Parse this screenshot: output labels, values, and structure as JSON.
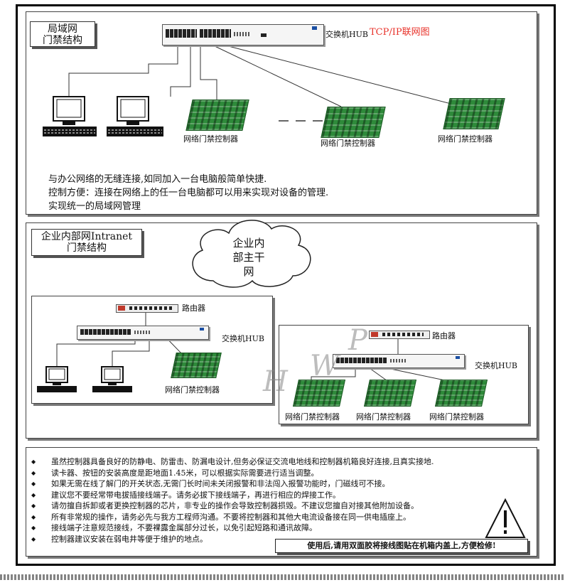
{
  "section1": {
    "title": "局域网\n门禁结构",
    "header": "TCP/IP联网图",
    "switch_label": "交换机HUB",
    "controller_labels": [
      "网络门禁控制器",
      "网络门禁控制器",
      "网络门禁控制器"
    ],
    "description": [
      "与办公网络的无缝连接,如同加入一台电脑般简单快捷.",
      "控制方便：连接在网络上的任一台电脑都可以用来实现对设备的管理.",
      "实现统一的局域网管理"
    ]
  },
  "section2": {
    "title": "企业内部网Intranet\n门禁结构",
    "cloud_label": "企业内\n部主干\n网",
    "left": {
      "router_label": "路由器",
      "switch_label": "交换机HUB",
      "controller_label": "网络门禁控制器"
    },
    "right": {
      "router_label": "路由器",
      "switch_label": "交换机HUB",
      "controller_labels": [
        "网络门禁控制器",
        "网络门禁控制器",
        "网络门禁控制器"
      ]
    },
    "watermark": [
      "H",
      "W",
      "P"
    ]
  },
  "notes": {
    "items": [
      "虽然控制器具备良好的防静电、防雷击、防漏电设计,但务必保证交流电地线和控制器机箱良好连接,且真实接地.",
      "读卡器、按钮的安装高度是距地面1.45米，可以根据实际需要进行适当调整。",
      "如果无需在线了解门的开关状态,无需门长时间未关闭报警和非法闯入报警功能时，门磁线可不接。",
      "建议您不要经常带电拔插接线端子。请务必拔下接线端子，再进行相应的焊接工作。",
      "请勿擅自拆卸或者更换控制器的芯片，非专业的操作会导致控制器损毁。不建议您擅自对接其他附加设备。",
      "所有非常规的操作，请务必先与我方工程师沟通。不要将控制器和其他大电流设备接在同一供电插座上。",
      "接线端子注意规范接线，不要裸露金属部分过长，以免引起短路和通讯故障。",
      "控制器建议安装在弱电井等便于维护的地点。"
    ],
    "warning": "使用后,请用双面胶将接线图贴在机箱内盖上,方便检修!"
  },
  "colors": {
    "header_red": "#e8322a",
    "board_green": "#2e8a3a",
    "router_red": "#c0392b",
    "switch_blue": "#1a4fa3"
  }
}
